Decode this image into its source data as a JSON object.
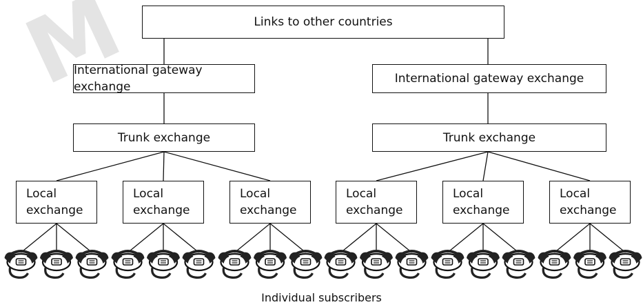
{
  "diagram": {
    "top_box": "Links to other countries",
    "gateway_boxes": [
      "International gateway exchange",
      "International gateway exchange"
    ],
    "trunk_boxes": [
      "Trunk exchange",
      "Trunk exchange"
    ],
    "local_boxes": [
      "Local\nexchange",
      "Local\nexchange",
      "Local\nexchange",
      "Local\nexchange",
      "Local\nexchange",
      "Local\nexchange"
    ],
    "caption": "Individual subscribers",
    "watermark": "M",
    "subscribers_per_local": 3,
    "telephone_icon": "telephone-icon",
    "colors": {
      "stroke": "#111111",
      "background": "#ffffff",
      "watermark": "#e4e4e4"
    }
  }
}
